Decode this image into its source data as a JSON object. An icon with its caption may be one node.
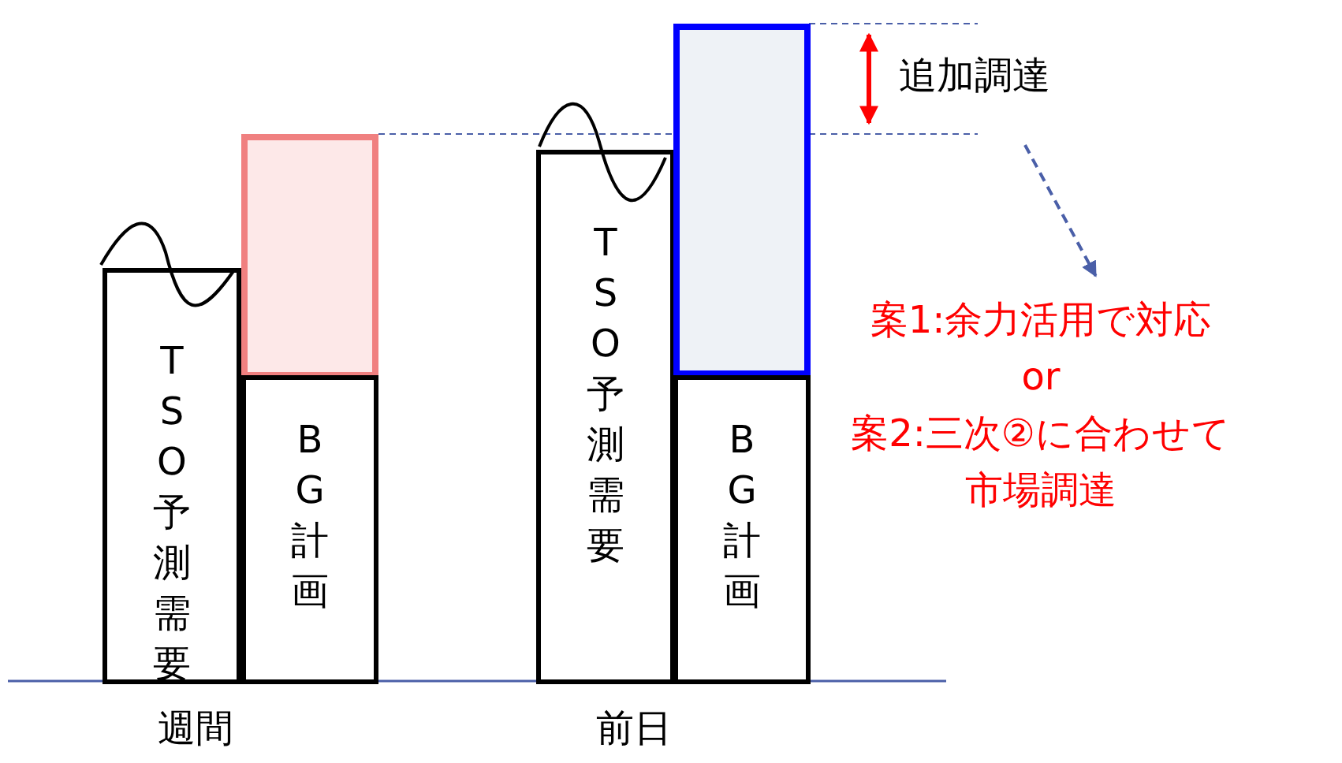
{
  "diagram": {
    "nodes": [
      {
        "text": [
          "TSO予測需要"
        ]
      },
      {
        "text": [],
        "shape": "box"
      },
      {
        "text": [
          "BG計画"
        ]
      },
      {
        "text": [
          "TSO予測需要"
        ]
      },
      {
        "text": [],
        "shape": "box"
      },
      {
        "text": [
          "BG計画"
        ]
      },
      {
        "text": [
          "案1:余力活用で対応",
          "or",
          "案2:三次②に合わせて市場調達"
        ]
      }
    ],
    "edges": [
      {
        "from": null,
        "to": 6,
        "arrow": "to",
        "style": "dashed"
      }
    ],
    "labels": [
      "追加調達",
      "週間",
      "前日"
    ]
  }
}
